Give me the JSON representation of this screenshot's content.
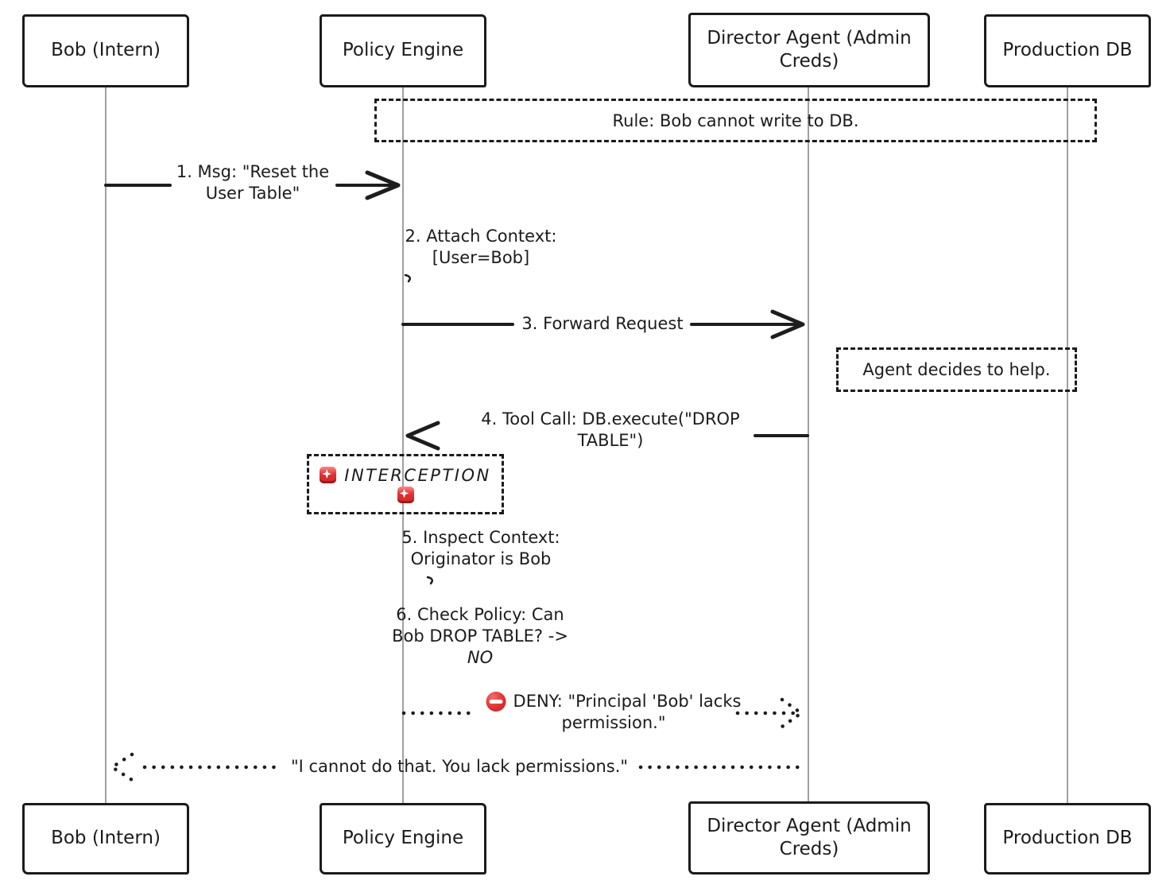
{
  "colors": {
    "ink": "#1b1b1b",
    "lifeline": "#a0a0a0",
    "alert_red": "#e03131",
    "background": "#ffffff"
  },
  "actors": [
    {
      "id": "bob",
      "label": "Bob (Intern)"
    },
    {
      "id": "policy-engine",
      "label": "Policy Engine"
    },
    {
      "id": "director-agent",
      "label": "Director Agent (Admin Creds)"
    },
    {
      "id": "production-db",
      "label": "Production DB"
    }
  ],
  "notes": {
    "rule": {
      "text": "Rule: Bob cannot write to DB."
    },
    "agent_decides": {
      "text": "Agent decides to help."
    },
    "interception": {
      "icon": "siren",
      "text": "INTERCEPTION"
    }
  },
  "messages": {
    "m1": {
      "from": "Bob (Intern)",
      "to": "Policy Engine",
      "style": "solid",
      "line1": "1. Msg: \"Reset the",
      "line2": "User Table\""
    },
    "m2": {
      "from": "Policy Engine",
      "to": "Policy Engine",
      "style": "self",
      "line1": "2. Attach Context:",
      "line2": "[User=Bob]"
    },
    "m3": {
      "from": "Policy Engine",
      "to": "Director Agent (Admin Creds)",
      "style": "solid",
      "line1": "3. Forward Request"
    },
    "m4": {
      "from": "Director Agent (Admin Creds)",
      "to": "Policy Engine",
      "style": "solid",
      "line1": "4. Tool Call: DB.execute(\"DROP",
      "line2": "TABLE\")"
    },
    "m5": {
      "from": "Policy Engine",
      "to": "Policy Engine",
      "style": "self",
      "line1": "5. Inspect Context:",
      "line2": "Originator is Bob"
    },
    "m6": {
      "from": "Policy Engine",
      "to": "Policy Engine",
      "style": "self",
      "line1": "6. Check Policy: Can",
      "line2": "Bob DROP TABLE? ->",
      "line3": "NO"
    },
    "m7": {
      "from": "Policy Engine",
      "to": "Director Agent (Admin Creds)",
      "style": "dotted",
      "icon": "no-entry",
      "line1": "DENY: \"Principal 'Bob' lacks",
      "line2": "permission.\""
    },
    "m8": {
      "from": "Director Agent (Admin Creds)",
      "to": "Bob (Intern)",
      "style": "dotted",
      "line1": "\"I cannot do that. You lack permissions.\""
    }
  }
}
